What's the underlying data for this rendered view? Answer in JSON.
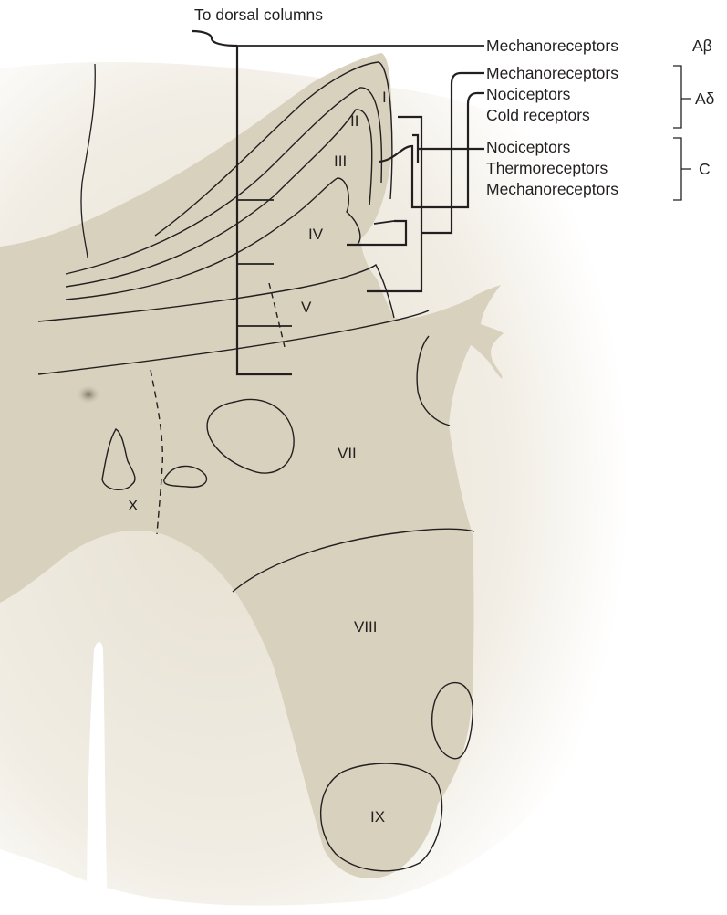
{
  "header": {
    "to_dorsal_columns": "To dorsal columns"
  },
  "laminae": {
    "I": "I",
    "II": "II",
    "III": "III",
    "IV": "IV",
    "V": "V",
    "VII": "VII",
    "VIII": "VIII",
    "IX": "IX",
    "X": "X"
  },
  "fiber_groups": [
    {
      "group": "Aβ",
      "receptors": [
        "Mechanoreceptors"
      ]
    },
    {
      "group": "Aδ",
      "receptors": [
        "Mechanoreceptors",
        "Nociceptors",
        "Cold receptors"
      ]
    },
    {
      "group": "C",
      "receptors": [
        "Nociceptors",
        "Thermoreceptors",
        "Mechanoreceptors"
      ]
    }
  ],
  "colors": {
    "tissue": "#d8d1bd",
    "tissue_glow": "#ede8dc",
    "line": "#231f20"
  }
}
